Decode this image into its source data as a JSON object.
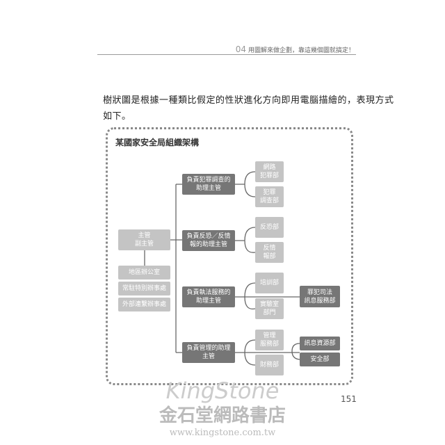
{
  "header": {
    "chapter": "04",
    "title": "用圖解來做企劃，靠這幾個圖就搞定！"
  },
  "paragraph": [
    "樹狀圖是根據一種類比假定的性狀進化方向即用電腦描繪的，表現方式",
    "如下。"
  ],
  "chart": {
    "title": "某國家安全局組織架構",
    "root": "主管\n副主管",
    "offices": [
      "地區辦公室",
      "常駐特別辦事處",
      "外部連繫辦事處"
    ],
    "assistants": [
      "負責犯罪調查的\n助理主管",
      "負責反恐／反情\n報的助理主管",
      "負責執法服務的\n助理主管",
      "負責管理的助理\n主管"
    ],
    "departments": [
      "網路\n犯罪部",
      "犯罪\n調查部",
      "反恐部",
      "反情\n報部",
      "培訓部",
      "實驗室\n部門",
      "管理\n服務部",
      "財務部"
    ],
    "sub_departments": [
      "罪犯司法\n訊息服務部",
      "訊息資源部",
      "安全部"
    ]
  },
  "page_number": "151",
  "watermark": {
    "brand": "KingStone",
    "store": "金石堂網路書店",
    "url": "www.kingstone.com.tw"
  }
}
